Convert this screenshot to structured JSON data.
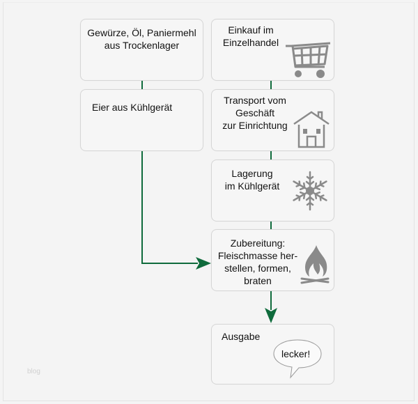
{
  "diagram": {
    "type": "flowchart",
    "accent_color": "#0f6b3c",
    "icon_color": "#8a8a8a",
    "nodes": {
      "dry_goods": "Gewürze, Öl, Paniermehl\naus Trockenlager",
      "eggs": "Eier aus Kühlgerät",
      "purchase": "Einkauf im\nEinzelhandel",
      "transport": "Transport vom\nGeschäft\nzur Einrichtung",
      "storage": "Lagerung\nim Kühlgerät",
      "preparation": "Zubereitung:\nFleischmasse her-\nstellen, formen,\nbraten",
      "serving": "Ausgabe"
    },
    "icons": {
      "purchase": "shopping-cart-icon",
      "transport": "house-icon",
      "storage": "snowflake-icon",
      "preparation": "campfire-icon",
      "serving": "speech-bubble-icon"
    },
    "speech_bubble": "lecker!",
    "edges": [
      {
        "from": "dry_goods",
        "to": "eggs"
      },
      {
        "from": "purchase",
        "to": "transport"
      },
      {
        "from": "transport",
        "to": "storage"
      },
      {
        "from": "storage",
        "to": "preparation"
      },
      {
        "from": "eggs",
        "to": "preparation",
        "arrow": true
      },
      {
        "from": "preparation",
        "to": "serving",
        "arrow": true
      }
    ]
  },
  "watermark": "blog"
}
